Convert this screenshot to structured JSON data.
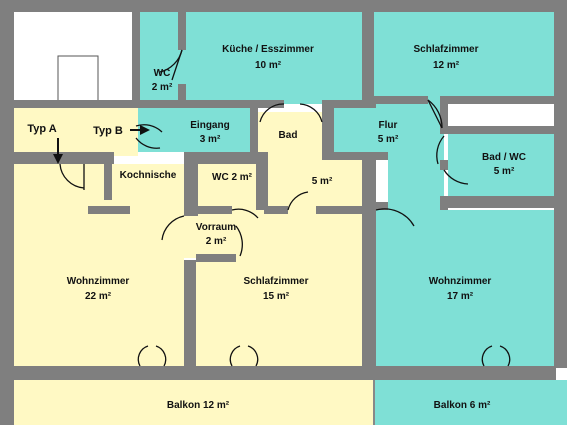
{
  "colors": {
    "yellow_unit": "#fff9c4",
    "teal_unit": "#7fe0d6",
    "wall": "#7f7f7f",
    "stairwell": "#ffffff",
    "type_tag_bg": "#7fe0d6"
  },
  "rooms": {
    "wc_b": {
      "name": "WC",
      "area": "2 m²"
    },
    "kueche": {
      "name": "Küche / Esszimmer",
      "area": "10 m²"
    },
    "schlaf_b": {
      "name": "Schlafzimmer",
      "area": "12 m²"
    },
    "eingang": {
      "name": "Eingang",
      "area": "3 m²"
    },
    "bad_a": {
      "name": "Bad",
      "area": "5 m²"
    },
    "flur": {
      "name": "Flur",
      "area": "5 m²"
    },
    "badwc_b": {
      "name": "Bad / WC",
      "area": "5 m²"
    },
    "kochnische": {
      "name": "Kochnische"
    },
    "wc_a": {
      "name": "WC 2 m²"
    },
    "vorraum": {
      "name": "Vorraum",
      "area": "2 m²"
    },
    "wohn_a": {
      "name": "Wohnzimmer",
      "area": "22 m²"
    },
    "schlaf_a": {
      "name": "Schlafzimmer",
      "area": "15 m²"
    },
    "wohn_b": {
      "name": "Wohnzimmer",
      "area": "17 m²"
    },
    "balkon_a": {
      "name": "Balkon 12 m²"
    },
    "balkon_b": {
      "name": "Balkon 6 m²"
    }
  },
  "types": {
    "a": "Typ A",
    "b": "Typ B"
  }
}
